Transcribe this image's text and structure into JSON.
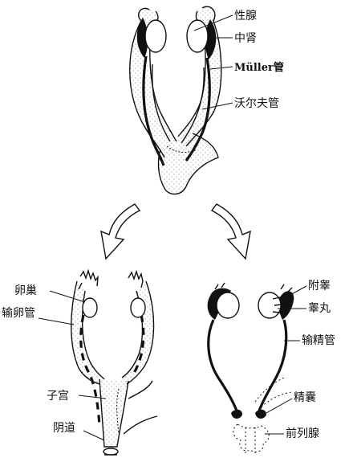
{
  "labels": {
    "gonad": "性腺",
    "mesonephros": "中肾",
    "muller_duct": "Müller管",
    "wolffian_duct": "沃尔夫管",
    "ovary": "卵巢",
    "oviduct": "输卵管",
    "uterus": "子宫",
    "vagina": "阴道",
    "epididymis": "附睾",
    "testis": "睾丸",
    "vas_deferens": "输精管",
    "seminal_vesicle": "精囊",
    "prostate": "前列腺"
  },
  "colors": {
    "ink": "#111111",
    "paper": "#ffffff"
  }
}
